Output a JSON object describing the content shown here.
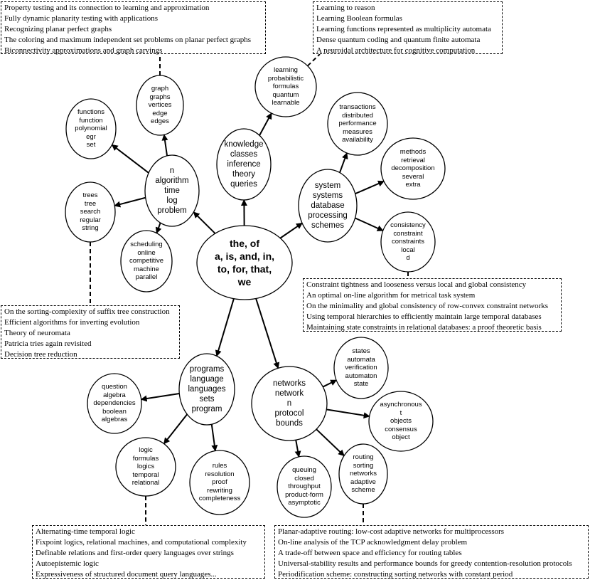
{
  "root": [
    "the, of",
    "a, is, and, in,",
    "to, for, that,",
    "we"
  ],
  "nodes": {
    "algorithm": [
      "n",
      "algorithm",
      "time",
      "log",
      "problem"
    ],
    "knowledge": [
      "knowledge",
      "classes",
      "inference",
      "theory",
      "queries"
    ],
    "system": [
      "system",
      "systems",
      "database",
      "processing",
      "schemes"
    ],
    "programs": [
      "programs",
      "language",
      "languages",
      "sets",
      "program"
    ],
    "networks": [
      "networks",
      "network",
      "n",
      "protocol",
      "bounds"
    ],
    "graph": [
      "graph",
      "graphs",
      "vertices",
      "edge",
      "edges"
    ],
    "functions": [
      "functions",
      "function",
      "polynomial",
      "egr",
      "set"
    ],
    "trees": [
      "trees",
      "tree",
      "search",
      "regular",
      "string"
    ],
    "scheduling": [
      "scheduling",
      "online",
      "competitive",
      "machine",
      "parallel"
    ],
    "learning": [
      "learning",
      "probabilistic",
      "formulas",
      "quantum",
      "learnable"
    ],
    "transactions": [
      "transactions",
      "distributed",
      "performance",
      "measures",
      "availability"
    ],
    "methods": [
      "methods",
      "retrieval",
      "decomposition",
      "several",
      "extra"
    ],
    "consistency": [
      "consistency",
      "constraint",
      "constraints",
      "local",
      "d"
    ],
    "question": [
      "question",
      "algebra",
      "dependencies",
      "boolean",
      "algebras"
    ],
    "logic": [
      "logic",
      "formulas",
      "logics",
      "temporal",
      "relational"
    ],
    "rules": [
      "rules",
      "resolution",
      "proof",
      "rewriting",
      "completeness"
    ],
    "states": [
      "states",
      "automata",
      "verification",
      "automaton",
      "state"
    ],
    "asynchronous": [
      "asynchronous",
      "t",
      "objects",
      "consensus",
      "object"
    ],
    "queuing": [
      "queuing",
      "closed",
      "throughput",
      "product-form",
      "asymptotic"
    ],
    "routing": [
      "routing",
      "sorting",
      "networks",
      "adaptive",
      "scheme"
    ]
  },
  "titles": {
    "graph": [
      "Property testing and its connection to learning and approximation",
      "Fully dynamic planarity testing with applications",
      "Recognizing planar perfect graphs",
      "The coloring and maximum independent set problems on planar perfect graphs",
      "Biconnectivity approximations and graph carvings"
    ],
    "learning": [
      "Learning to reason",
      "Learning Boolean formulas",
      "Learning functions represented as multiplicity automata",
      "Dense quantum coding and quantum finite automata",
      "A neuroidal architecture for cognitive computation"
    ],
    "consistency": [
      "Constraint tightness and looseness versus local and global consistency",
      "An optimal on-line algorithm for metrical task system",
      "On the minimality and global consistency of row-convex constraint networks",
      "Using temporal hierarchies to efficiently maintain large temporal databases",
      "Maintaining state constraints in relational databases: a proof theoretic basis"
    ],
    "trees": [
      "On the sorting-complexity of suffix tree construction",
      "Efficient algorithms for inverting evolution",
      "Theory of neuromata",
      "Patricia tries again revisited",
      "Decision tree reduction"
    ],
    "logic": [
      "Alternating-time temporal logic",
      "Fixpoint logics, relational machines, and computational complexity",
      "Definable relations and first-order query languages over strings",
      "Autoepistemic logic",
      "Expressiveness of structured document query languages..."
    ],
    "routing": [
      "Planar-adaptive routing: low-cost adaptive networks for multiprocessors",
      "On-line analysis of the TCP acknowledgment delay problem",
      "A trade-off between space and efficiency for routing tables",
      "Universal-stability results and performance bounds for greedy contention-resolution protocols",
      "Periodification scheme: constructing sorting networks with constant period"
    ]
  }
}
